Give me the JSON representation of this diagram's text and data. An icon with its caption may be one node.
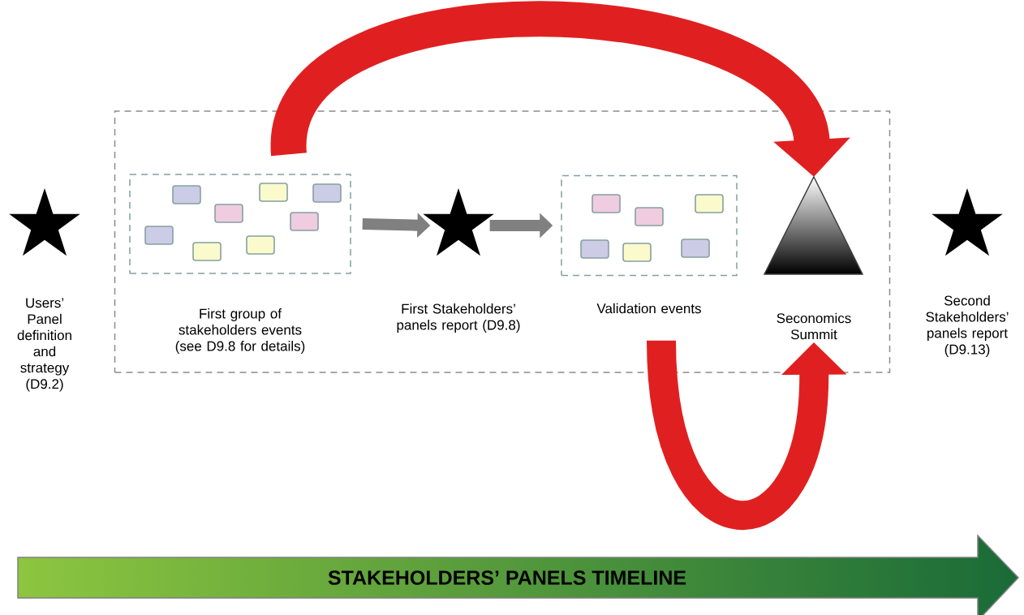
{
  "diagram": {
    "nodes": [
      {
        "text": [
          "Users’ Panel definition and strategy (D9.2)"
        ]
      },
      {
        "text": [],
        "shape": "box"
      },
      {
        "text": [
          "First group of stakeholders events (see D9.8 for details)"
        ],
        "in": 1
      },
      {
        "text": [
          "First Stakeholders’ panels report (D9.8)"
        ],
        "in": 1
      },
      {
        "text": [
          "Validation events"
        ],
        "in": 1
      },
      {
        "text": [
          "Seconomics Summit"
        ],
        "in": 1
      },
      {
        "text": [
          "Second Stakeholders’ panels report (D9.13)"
        ]
      },
      {
        "text": [
          "STAKEHOLDERS’ PANELS TIMELINE"
        ]
      }
    ],
    "edges": [
      {
        "from": 2,
        "to": 3,
        "arrow": "to",
        "color": "#808080"
      },
      {
        "from": 3,
        "to": 4,
        "arrow": "to",
        "color": "#808080"
      },
      {
        "from": 2,
        "to": 5,
        "arrow": "to",
        "style": "thick",
        "color": "#e02020"
      },
      {
        "from": 4,
        "to": 5,
        "arrow": "to",
        "style": "thick",
        "color": "#e02020"
      }
    ]
  }
}
